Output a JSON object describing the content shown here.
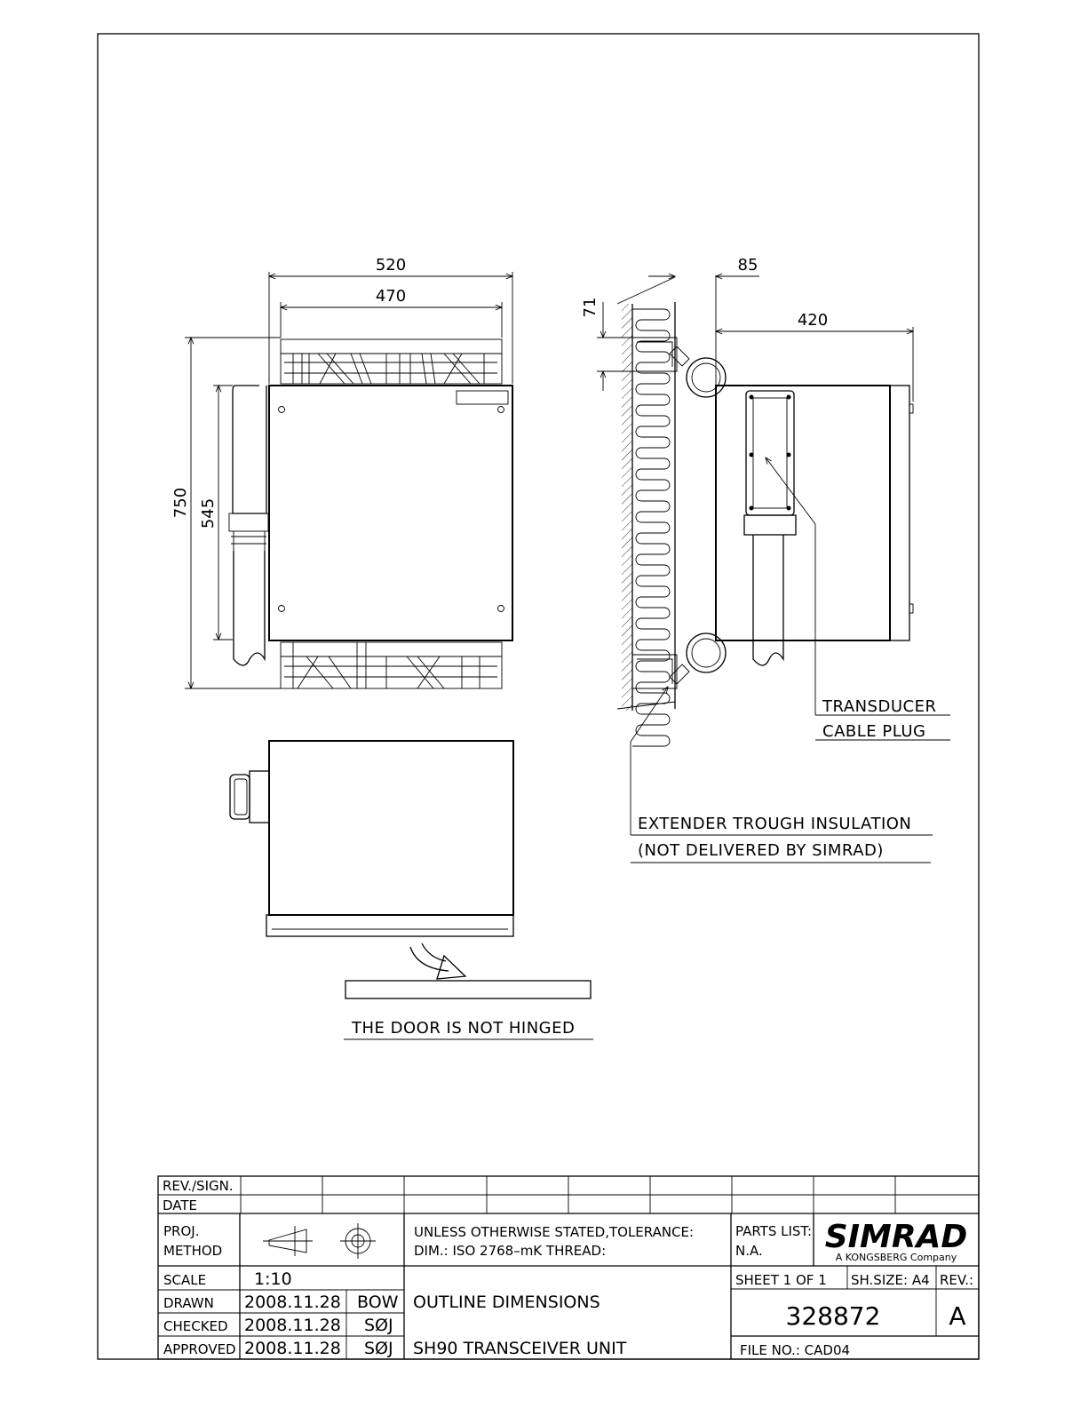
{
  "dimensions": {
    "width_total": "520",
    "width_inner": "470",
    "height_total": "750",
    "height_inner": "545",
    "bracket_offset": "85",
    "bracket_height": "71",
    "depth": "420"
  },
  "notes": {
    "transducer_line1": "TRANSDUCER",
    "transducer_line2": "CABLE PLUG",
    "extender_line1": "EXTENDER TROUGH INSULATION",
    "extender_line2": "(NOT DELIVERED BY SIMRAD)",
    "door": "THE DOOR IS NOT HINGED"
  },
  "title_block": {
    "rev_sign": "REV./SIGN.",
    "date": "DATE",
    "proj": "PROJ.",
    "method": "METHOD",
    "tolerance_line1": "UNLESS OTHERWISE STATED,TOLERANCE:",
    "tolerance_line2": "DIM.: ISO 2768–mK    THREAD:",
    "parts_list": "PARTS LIST:",
    "parts_value": "N.A.",
    "logo": "SIMRAD",
    "logo_sub": "A KONGSBERG Company",
    "scale_label": "SCALE",
    "scale_value": "1:10",
    "drawn_label": "DRAWN",
    "drawn_date": "2008.11.28",
    "drawn_by": "BOW",
    "checked_label": "CHECKED",
    "checked_date": "2008.11.28",
    "checked_by": "SØJ",
    "approved_label": "APPROVED",
    "approved_date": "2008.11.28",
    "approved_by": "SØJ",
    "title_line1": "OUTLINE DIMENSIONS",
    "title_line2": "SH90 TRANSCEIVER UNIT",
    "sheet": "SHEET 1 OF 1",
    "sheet_size": "SH.SIZE: A4",
    "rev_label": "REV.:",
    "drawing_number": "328872",
    "revision": "A",
    "file_no": "FILE NO.: CAD04"
  }
}
